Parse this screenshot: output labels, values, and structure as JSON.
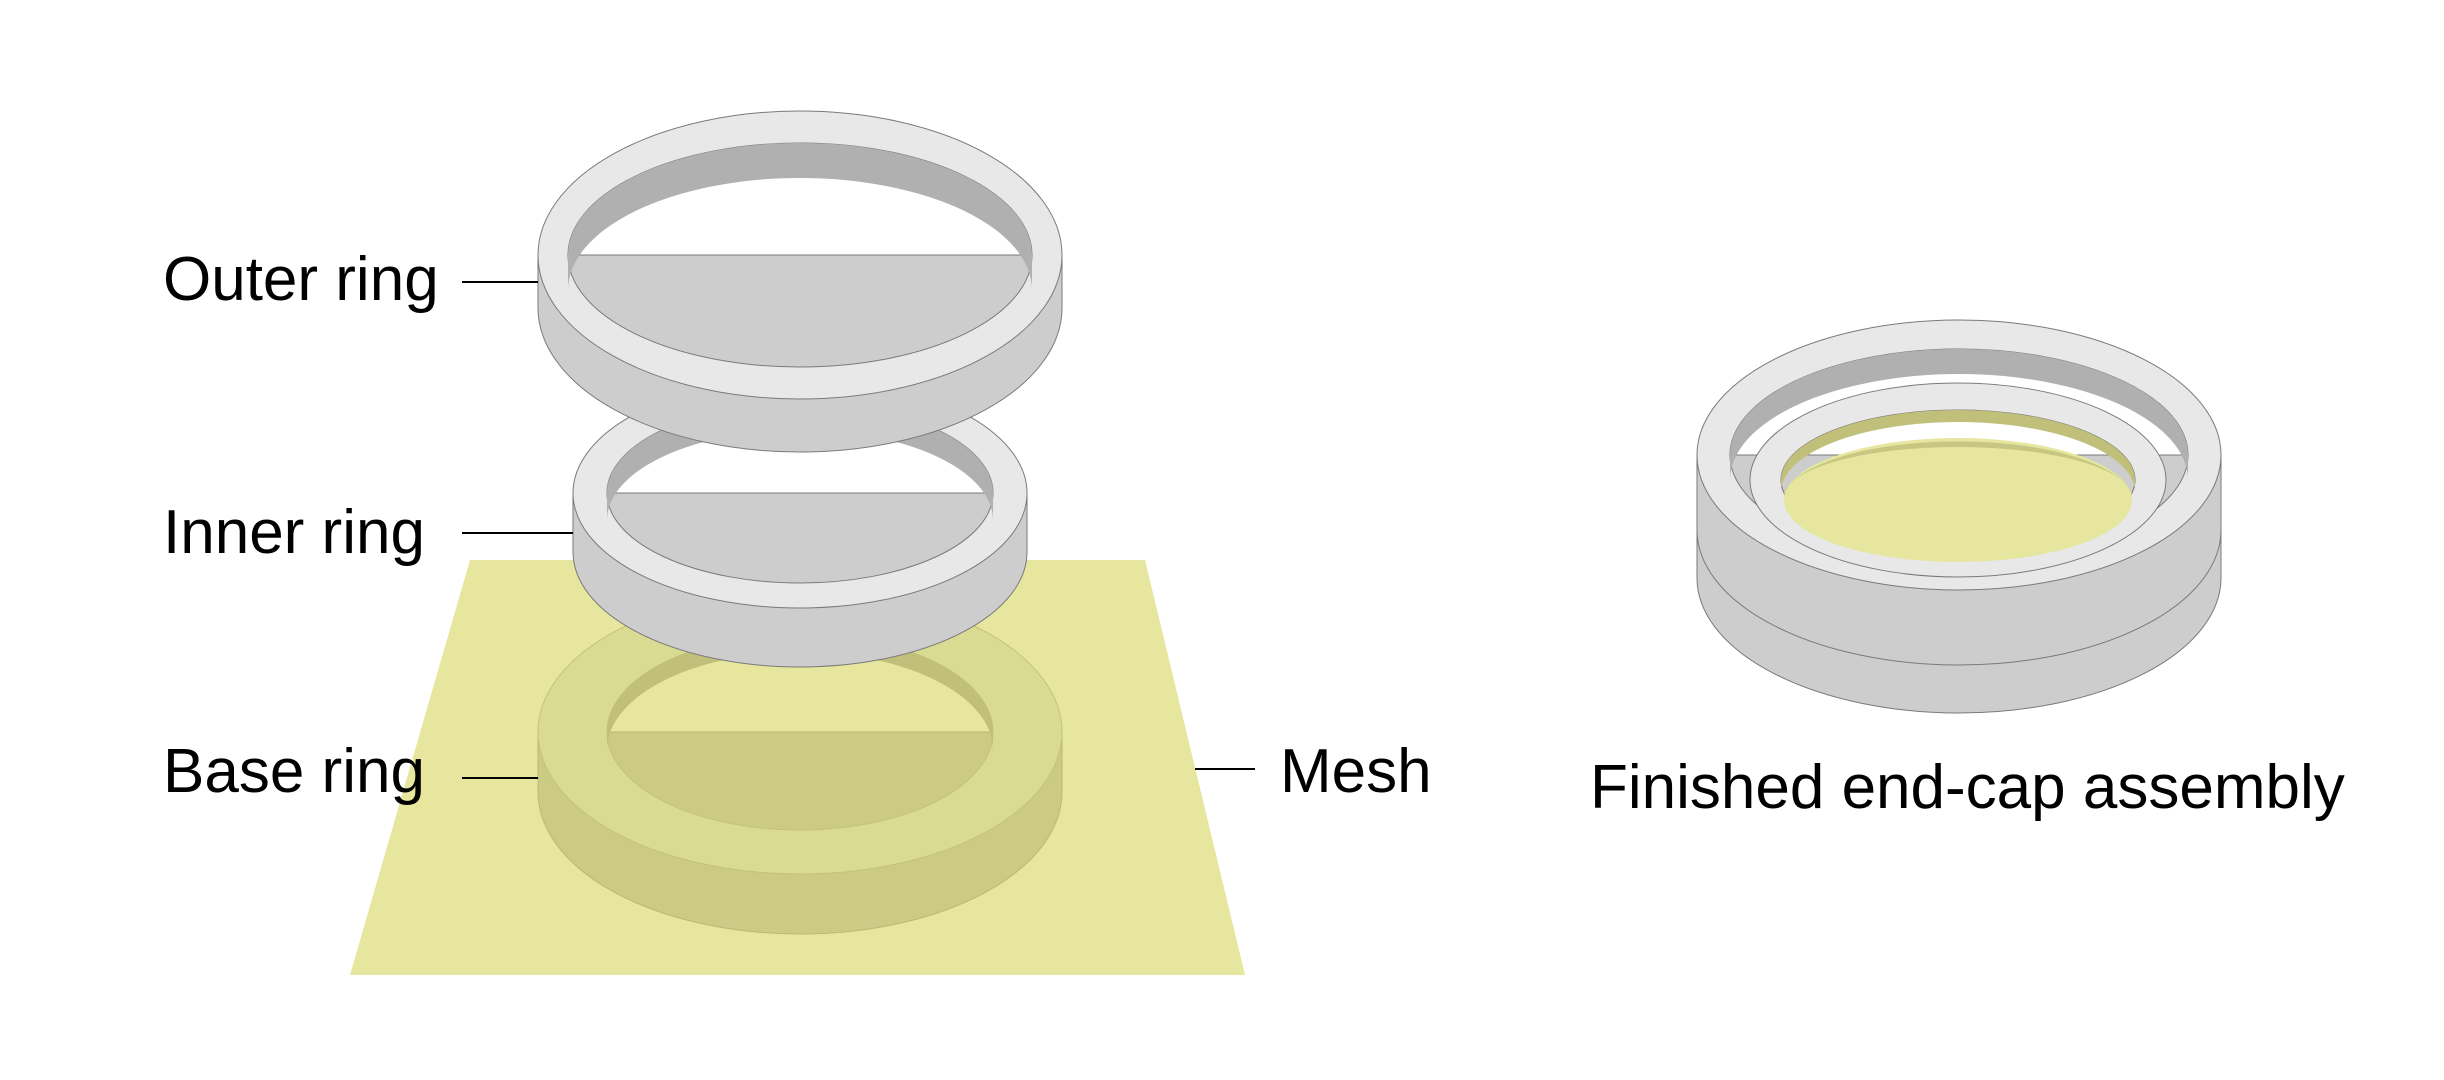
{
  "labels": {
    "outer_ring": "Outer ring",
    "inner_ring": "Inner ring",
    "base_ring": "Base ring",
    "mesh": "Mesh",
    "assembly": "Finished end-cap assembly"
  },
  "colors": {
    "ring_top": "#e8e8e8",
    "ring_side": "#cdcdcd",
    "ring_inner_wall": "#b0b0b0",
    "mesh": "#e6e69e",
    "mesh_ring_top": "#dadb92",
    "mesh_ring_side": "#cbcb85",
    "mesh_ring_inner_wall": "#c0c07a",
    "leader_line": "#000000"
  }
}
